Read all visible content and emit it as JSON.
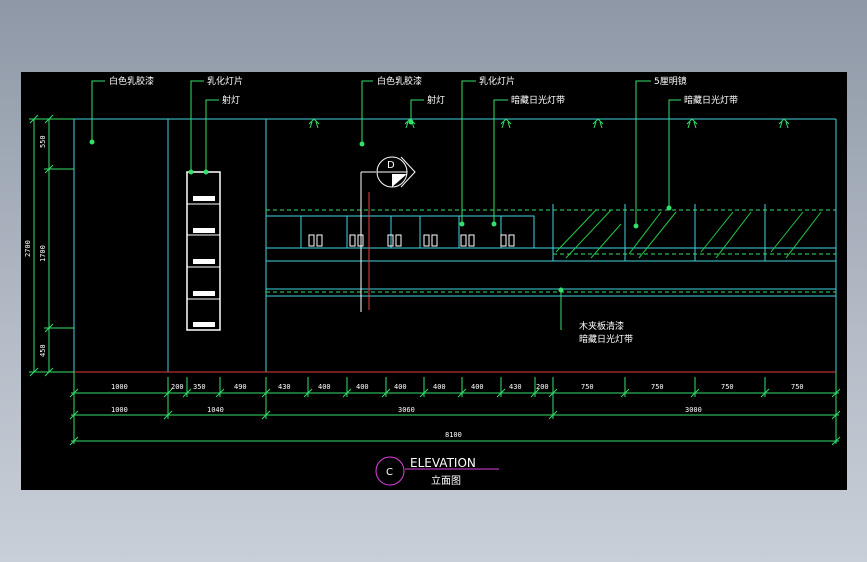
{
  "labels": {
    "white_latex_left": "白色乳胶漆",
    "frosted_glass_left": "乳化灯片",
    "spotlight_left": "射灯",
    "white_latex_mid": "白色乳胶漆",
    "spotlight_mid": "射灯",
    "frosted_glass_mid": "乳化灯片",
    "hidden_light_mid": "暗藏日光灯带",
    "mirror": "5厘明镜",
    "hidden_light_right": "暗藏日光灯带",
    "veneer_line1": "木夹板清漆",
    "veneer_line2": "暗藏日光灯带"
  },
  "section_marker": {
    "letter": "D"
  },
  "vertical_dims": {
    "top": "550",
    "middle": "1700",
    "bottom": "450",
    "total": "2700"
  },
  "dims_row1": [
    "1000",
    "200",
    "350",
    "490",
    "430",
    "400",
    "400",
    "400",
    "400",
    "400",
    "430",
    "200",
    "750",
    "750",
    "750",
    "750"
  ],
  "dims_row2": [
    "1000",
    "1040",
    "3060",
    "3000"
  ],
  "dims_total": "8100",
  "title": {
    "letter": "C",
    "main": "ELEVATION",
    "sub": "立面图"
  }
}
